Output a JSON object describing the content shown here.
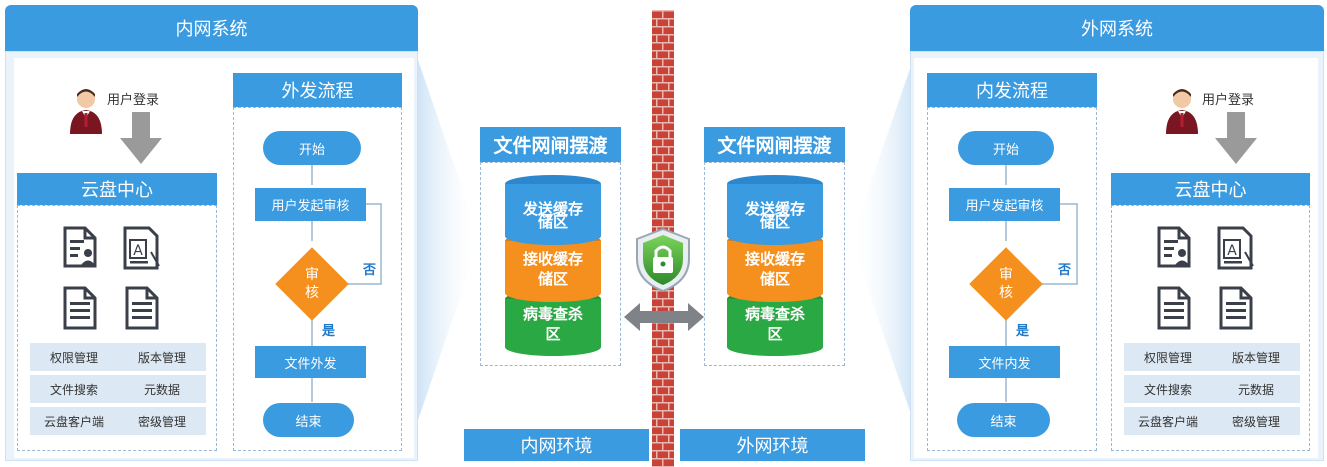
{
  "left": {
    "title": "内网系统",
    "user_label": "用户登录",
    "cloud_title": "云盘中心",
    "grid": [
      "权限管理",
      "版本管理",
      "文件搜索",
      "元数据",
      "云盘客户端",
      "密级管理"
    ],
    "flow": {
      "title": "外发流程",
      "start": "开始",
      "review": "用户发起审核",
      "decision_1": "审",
      "decision_2": "核",
      "no": "否",
      "yes": "是",
      "action": "文件外发",
      "end": "结束"
    }
  },
  "right": {
    "title": "外网系统",
    "user_label": "用户登录",
    "cloud_title": "云盘中心",
    "grid": [
      "权限管理",
      "版本管理",
      "文件搜索",
      "元数据",
      "云盘客户端",
      "密级管理"
    ],
    "flow": {
      "title": "内发流程",
      "start": "开始",
      "review": "用户发起审核",
      "decision_1": "审",
      "decision_2": "核",
      "no": "否",
      "yes": "是",
      "action": "文件内发",
      "end": "结束"
    }
  },
  "gateway_left": {
    "title": "文件网闸摆渡",
    "stores": [
      {
        "line1": "发送缓存",
        "line2": "储区",
        "color": "#3a9be0"
      },
      {
        "line1": "接收缓存",
        "line2": "储区",
        "color": "#f5901f"
      },
      {
        "line1": "病毒查杀",
        "line2": "区",
        "color": "#2aa843"
      }
    ]
  },
  "gateway_right": {
    "title": "文件网闸摆渡",
    "stores": [
      {
        "line1": "发送缓存",
        "line2": "储区",
        "color": "#3a9be0"
      },
      {
        "line1": "接收缓存",
        "line2": "储区",
        "color": "#f5901f"
      },
      {
        "line1": "病毒查杀",
        "line2": "区",
        "color": "#2aa843"
      }
    ]
  },
  "env_left": "内网环境",
  "env_right": "外网环境",
  "icons": {
    "user": "user-icon",
    "arrow": "down-arrow-icon",
    "shield": "shield-lock-icon",
    "doc": "document-icon",
    "firewall": "firewall-icon"
  }
}
